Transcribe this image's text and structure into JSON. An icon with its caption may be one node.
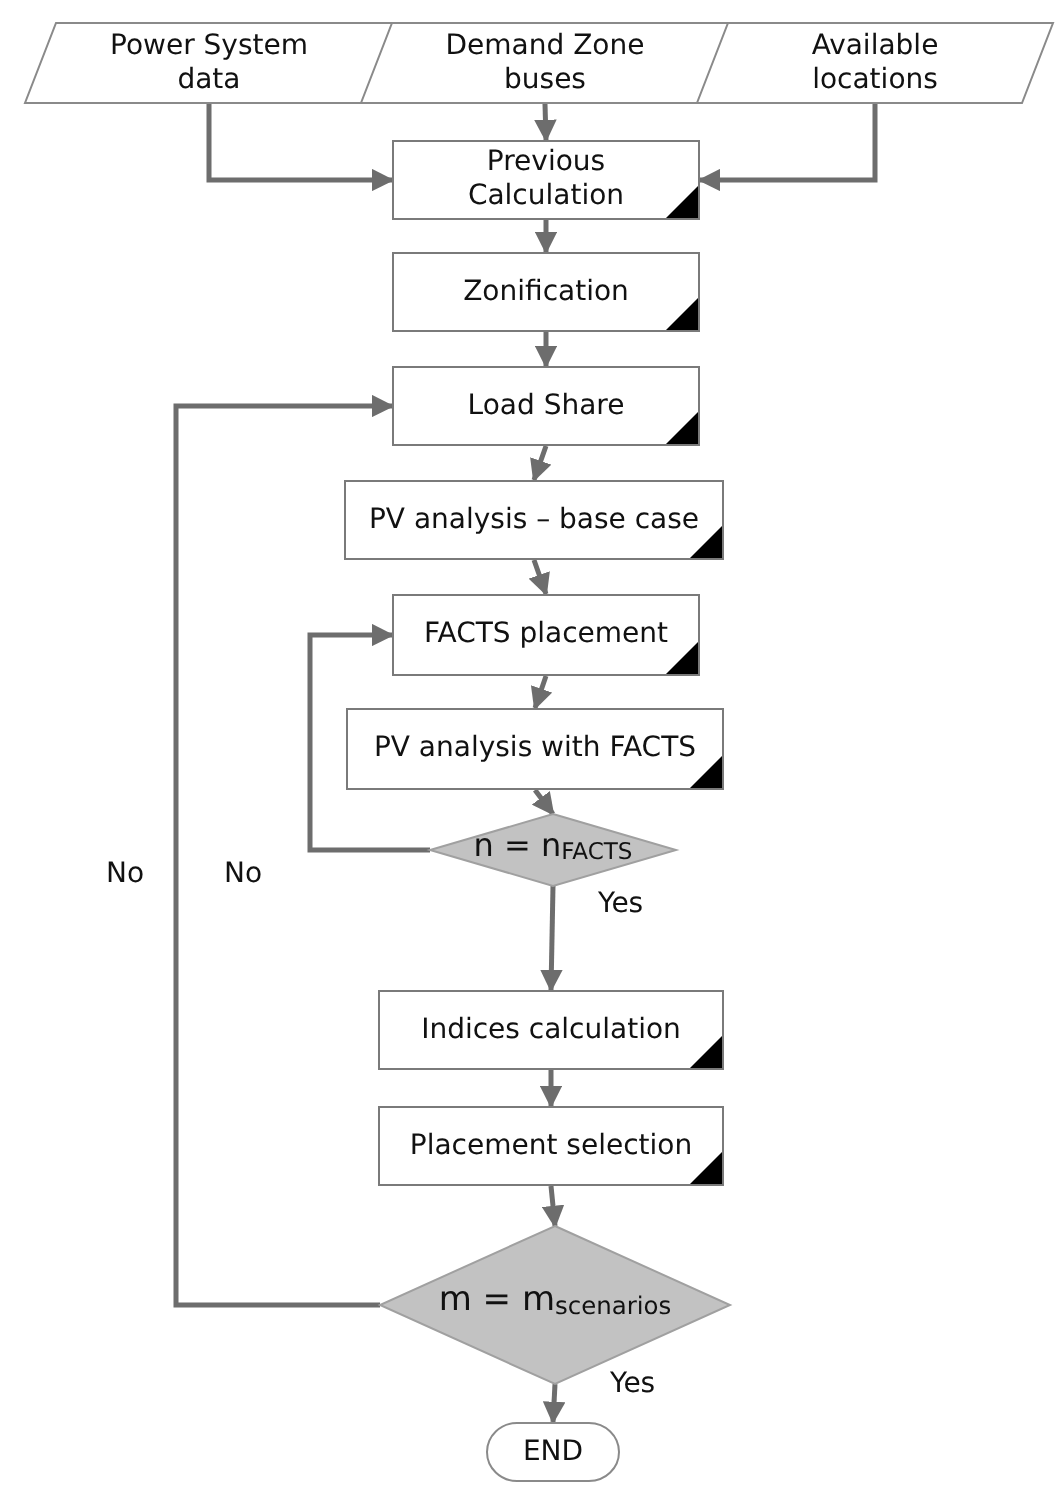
{
  "diagram": {
    "nodes": [
      {
        "text": [
          "Power System data"
        ]
      },
      {
        "text": [
          "Demand Zone buses"
        ]
      },
      {
        "text": [
          "Available locations"
        ]
      },
      {
        "text": [
          "Previous Calculation"
        ]
      },
      {
        "text": [
          "Zonification"
        ]
      },
      {
        "text": [
          "Load Share"
        ]
      },
      {
        "text": [
          "PV analysis – base case"
        ]
      },
      {
        "text": [
          "FACTS placement"
        ]
      },
      {
        "text": [
          "PV analysis with FACTS"
        ]
      },
      {
        "text": [
          "n = n$_{FACTS}$"
        ]
      },
      {
        "text": [
          "Indices calculation"
        ]
      },
      {
        "text": [
          "Placement selection"
        ]
      },
      {
        "text": [
          "m = m$_{scenarios}$"
        ]
      },
      {
        "text": [
          "END"
        ]
      }
    ],
    "edges": [
      {
        "from": 0,
        "to": 3,
        "arrow": "to"
      },
      {
        "from": 1,
        "to": 3,
        "arrow": "to"
      },
      {
        "from": 2,
        "to": 3,
        "arrow": "to"
      },
      {
        "from": 3,
        "to": 4,
        "arrow": "to"
      },
      {
        "from": 4,
        "to": 5,
        "arrow": "to"
      },
      {
        "from": 5,
        "to": 6,
        "arrow": "to"
      },
      {
        "from": 6,
        "to": 7,
        "arrow": "to"
      },
      {
        "from": 7,
        "to": 8,
        "arrow": "to"
      },
      {
        "from": 8,
        "to": 9,
        "arrow": "to"
      },
      {
        "from": 9,
        "to": 7,
        "arrow": "to",
        "label": "No"
      },
      {
        "from": 9,
        "to": 10,
        "arrow": "to",
        "label": "Yes"
      },
      {
        "from": 10,
        "to": 11,
        "arrow": "to"
      },
      {
        "from": 11,
        "to": 12,
        "arrow": "to"
      },
      {
        "from": 12,
        "to": 5,
        "arrow": "to",
        "label": "No"
      },
      {
        "from": 12,
        "to": 13,
        "arrow": "to",
        "label": "Yes"
      }
    ]
  }
}
